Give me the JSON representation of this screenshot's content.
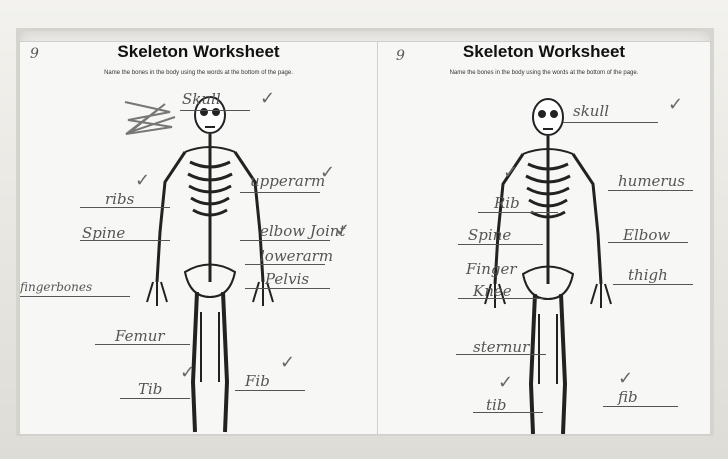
{
  "left": {
    "number": "9",
    "title": "Skeleton Worksheet",
    "instruction": "Name the bones in the body using the words at the bottom of the page.",
    "labels": [
      "Skull",
      "upperarm",
      "ribs",
      "elbow Joint",
      "Spine",
      "lowerarm",
      "Pelvis",
      "fingerbones",
      "Femur",
      "Tib",
      "Fib"
    ]
  },
  "right": {
    "number": "9",
    "title": "Skeleton Worksheet",
    "instruction": "Name the bones in the body using the words at the bottom of the page.",
    "labels": [
      "skull",
      "humerus",
      "Rib",
      "Elbow",
      "Spine",
      "thigh",
      "Finger",
      "Knee",
      "sternur",
      "tib",
      "fib"
    ]
  },
  "tick_mark": "✓"
}
